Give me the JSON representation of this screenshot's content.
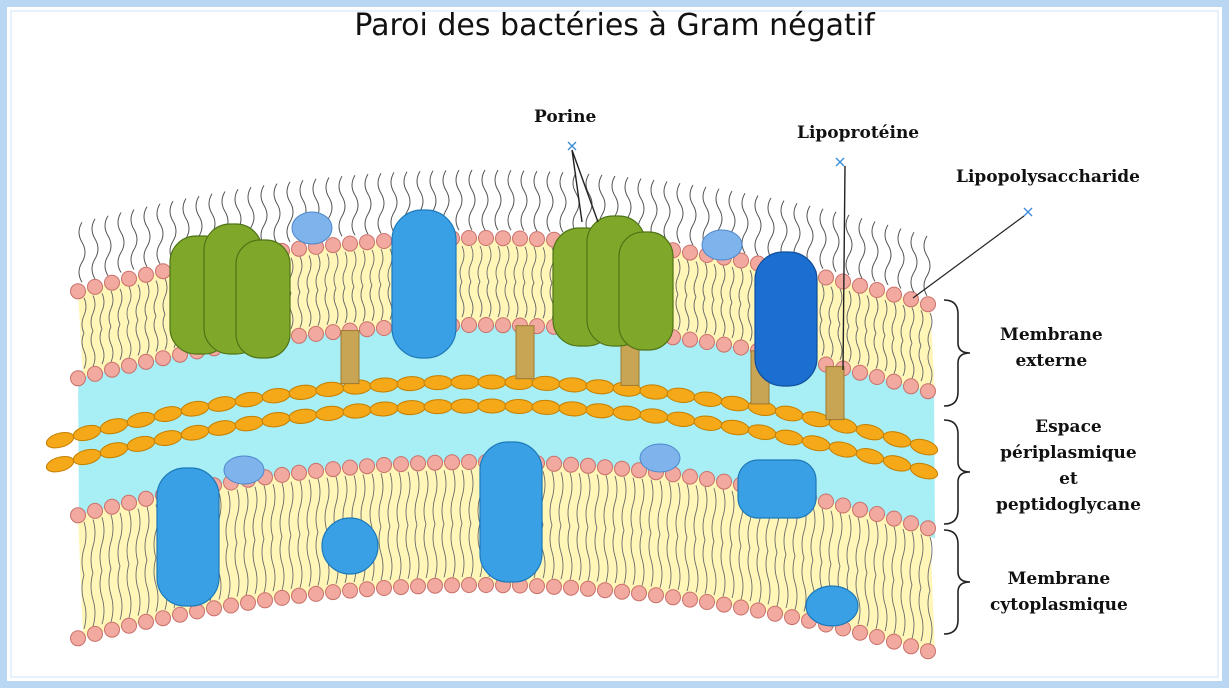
{
  "title": "Paroi des bactéries à Gram négatif",
  "labels": {
    "porine": "Porine",
    "lipoproteine": "Lipoprotéine",
    "lipopolysaccharide": "Lipopolysaccharide",
    "membrane_externe": [
      "Membrane",
      "externe"
    ],
    "espace": [
      "Espace",
      "périplasmique",
      "et",
      "peptidoglycane"
    ],
    "membrane_cyto": [
      "Membrane",
      "cytoplasmique"
    ]
  },
  "colors": {
    "frame": "#b9d6f2",
    "bilayer_fill": "#fff6b8",
    "lipid_head": "#f2a9a0",
    "lipid_head_stroke": "#c9716a",
    "periplasm": "#a8eef5",
    "peptidoglycan": "#f5a818",
    "porin": "#7fa82a",
    "protein_blue": "#3aa0e6",
    "protein_dark_blue": "#1a6fd0",
    "protein_light_blue": "#7fb3ec",
    "lipoprotein_link": "#c8a455",
    "marker": "#3a8fd8"
  }
}
